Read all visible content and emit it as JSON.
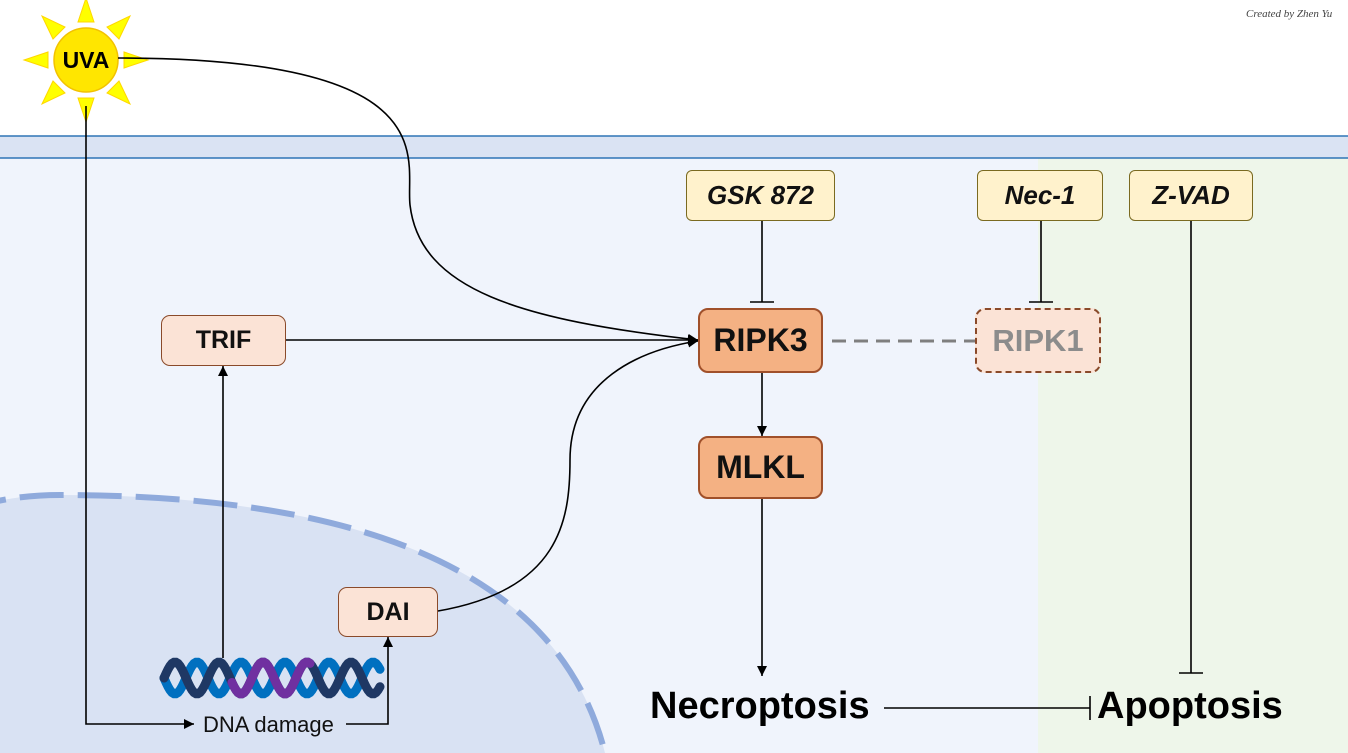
{
  "stimulus": {
    "label": "UVA"
  },
  "nodes": {
    "trif": "TRIF",
    "dai": "DAI",
    "ripk3": "RIPK3",
    "mlkl": "MLKL",
    "ripk1": "RIPK1"
  },
  "inhibitors": {
    "gsk872": "GSK 872",
    "nec1": "Nec-1",
    "zvad": "Z-VAD"
  },
  "labels": {
    "dna_damage": "DNA damage"
  },
  "outcomes": {
    "necroptosis": "Necroptosis",
    "apoptosis": "Apoptosis"
  },
  "credit": "Created by Zhen Yu",
  "colors": {
    "membrane_band": "#dae3f3",
    "membrane_line": "#2e75b6",
    "cytoplasm": "#f0f4fc",
    "apoptosis_zone": "#eef6ea",
    "nucleus_fill": "#d9e2f3",
    "nucleus_border": "#8faadc",
    "sun": "#ffff00",
    "sun_center": "#ffe600",
    "core_node": "#f4b183",
    "adaptor_node": "#fbe3d6",
    "inhibitor_node": "#fff2cc",
    "dna_blue": "#0070c0",
    "dna_navy": "#1f3864",
    "dna_purple": "#7030a0"
  }
}
